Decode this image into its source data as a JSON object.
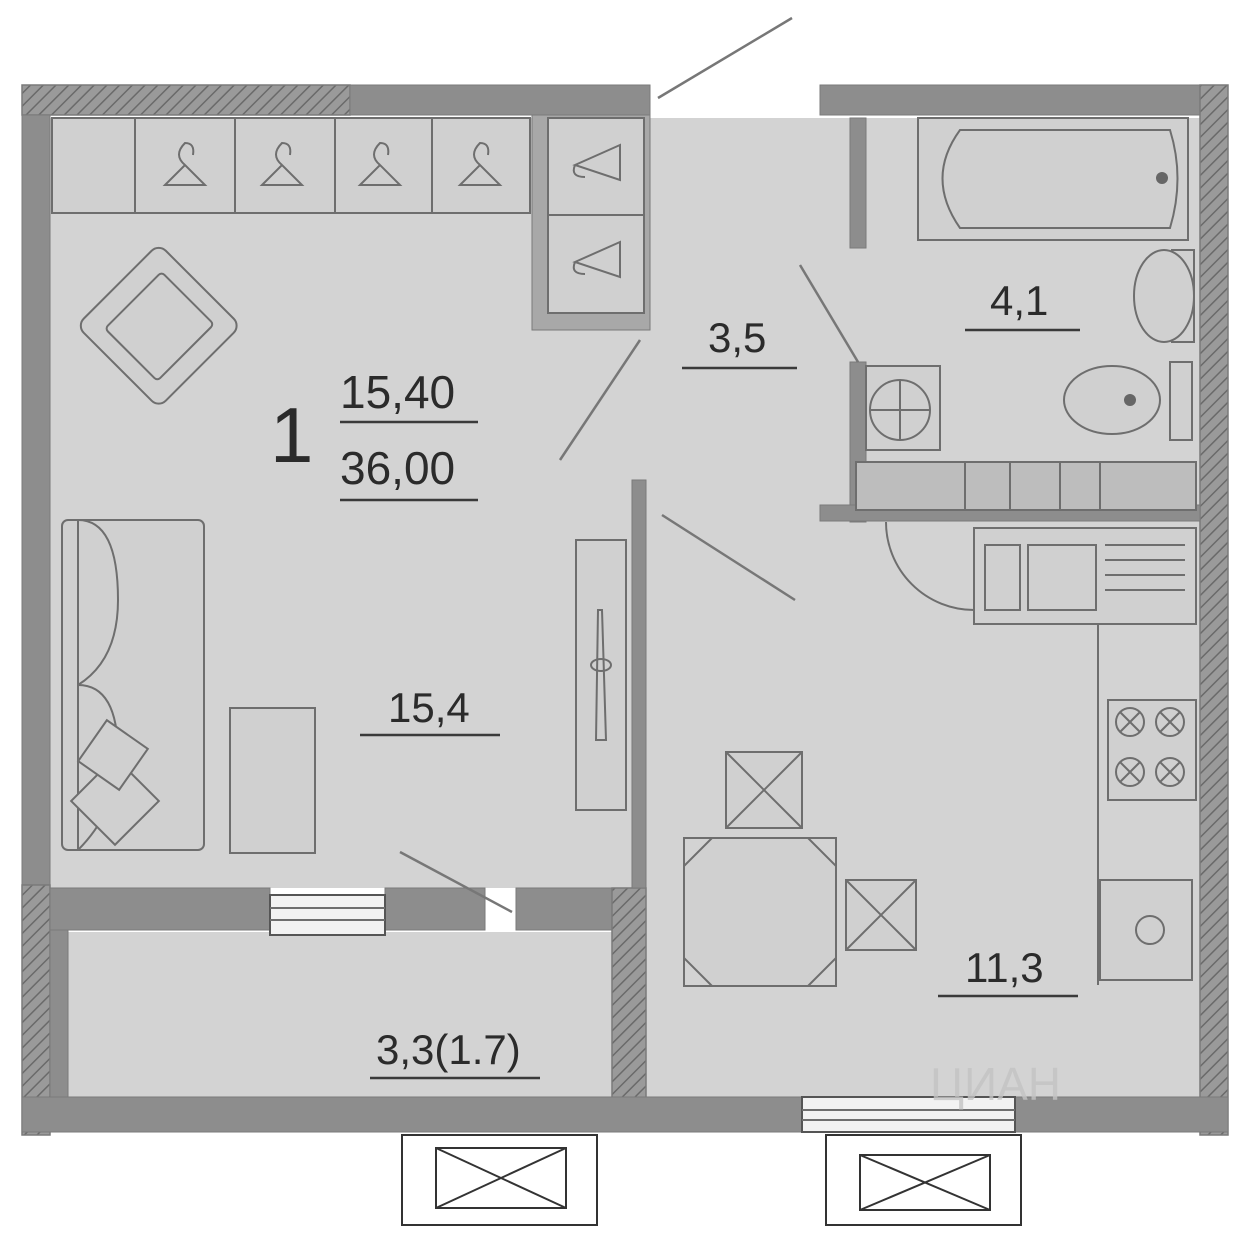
{
  "plan": {
    "rooms_count": "1",
    "living_area": "15,40",
    "total_area": "36,00",
    "rooms": [
      {
        "id": "living",
        "area": "15,4"
      },
      {
        "id": "hall",
        "area": "3,5"
      },
      {
        "id": "bathroom",
        "area": "4,1"
      },
      {
        "id": "kitchen",
        "area": "11,3"
      },
      {
        "id": "balcony",
        "area": "3,3(1.7)"
      }
    ],
    "watermark": "ЦИАН"
  },
  "colors": {
    "floor": "#d3d3d3",
    "wall": "#8d8d8d",
    "text": "#2b2b2b"
  }
}
